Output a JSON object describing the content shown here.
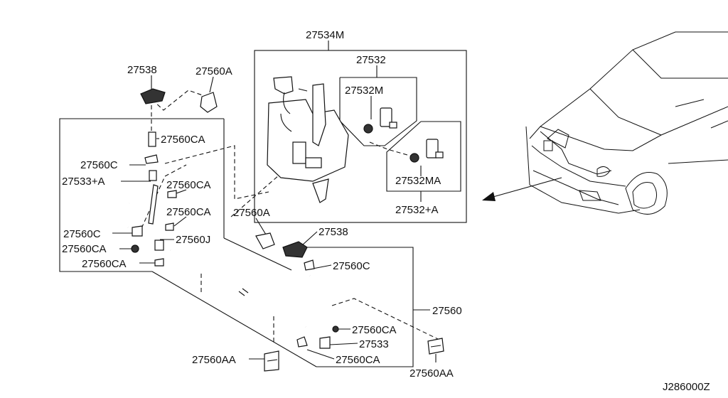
{
  "labels": {
    "l_27534M": "27534M",
    "l_27532": "27532",
    "l_27532M": "27532M",
    "l_27532MA": "27532MA",
    "l_27532A": "27532+A",
    "l_27538_top": "27538",
    "l_27560A_top": "27560A",
    "l_27560CA_1": "27560CA",
    "l_27560C_1": "27560C",
    "l_27533A": "27533+A",
    "l_27560CA_2": "27560CA",
    "l_27560CA_3": "27560CA",
    "l_27560C_2": "27560C",
    "l_27560J": "27560J",
    "l_27560CA_4": "27560CA",
    "l_27560CA_5": "27560CA",
    "l_27560A_mid": "27560A",
    "l_27538_mid": "27538",
    "l_27560C_3": "27560C",
    "l_27560": "27560",
    "l_27560CA_6": "27560CA",
    "l_27533": "27533",
    "l_27560CA_7": "27560CA",
    "l_27560AA_1": "27560AA",
    "l_27560AA_2": "27560AA",
    "l_J286000Z": "J286000Z"
  }
}
